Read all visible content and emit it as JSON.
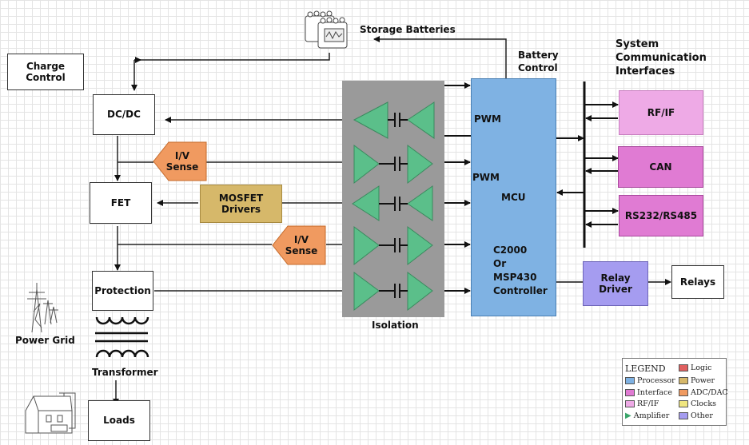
{
  "title": "Storage Batteries",
  "blocks": {
    "charge_control": "Charge Control",
    "dcdc": "DC/DC",
    "fet": "FET",
    "protection": "Protection",
    "loads": "Loads",
    "iv_sense_1": "I/V Sense",
    "iv_sense_2": "I/V Sense",
    "mosfet_drivers": "MOSFET Drivers",
    "relay_driver": "Relay Driver",
    "relays": "Relays",
    "rfif": "RF/IF",
    "can": "CAN",
    "rs232": "RS232/RS485"
  },
  "labels": {
    "storage_batteries": "Storage Batteries",
    "battery_control_1": "Battery",
    "battery_control_2": "Control",
    "sci_1": "System",
    "sci_2": "Communication",
    "sci_3": "Interfaces",
    "isolation": "Isolation",
    "pwm_1": "PWM",
    "pwm_2": "PWM",
    "mcu": "MCU",
    "ctrl_1": "C2000",
    "ctrl_2": "Or",
    "ctrl_3": "MSP430",
    "ctrl_4": "Controller",
    "power_grid": "Power Grid",
    "transformer": "Transformer"
  },
  "legend": {
    "title": "LEGEND",
    "items": [
      {
        "label": "Processor",
        "color": "#7fb2e3"
      },
      {
        "label": "Interface",
        "color": "#e07bd3"
      },
      {
        "label": "RF/IF",
        "color": "#eeaae6"
      },
      {
        "label": "Amplifier",
        "color": "#3aa56a"
      },
      {
        "label": "Logic",
        "color": "#e06060"
      },
      {
        "label": "Power",
        "color": "#d6b86a"
      },
      {
        "label": "ADC/DAC",
        "color": "#f09a60"
      },
      {
        "label": "Clocks",
        "color": "#f0e680"
      },
      {
        "label": "Other",
        "color": "#a59cf0"
      }
    ]
  },
  "colors": {
    "processor": "#7fb2e3",
    "interface": "#e07bd3",
    "rfif": "#eeaae6",
    "amplifier": "#5bbf8a",
    "power": "#d6b86a",
    "adc": "#f09a60",
    "other": "#a59cf0",
    "isolation": "#9a9a9a"
  }
}
